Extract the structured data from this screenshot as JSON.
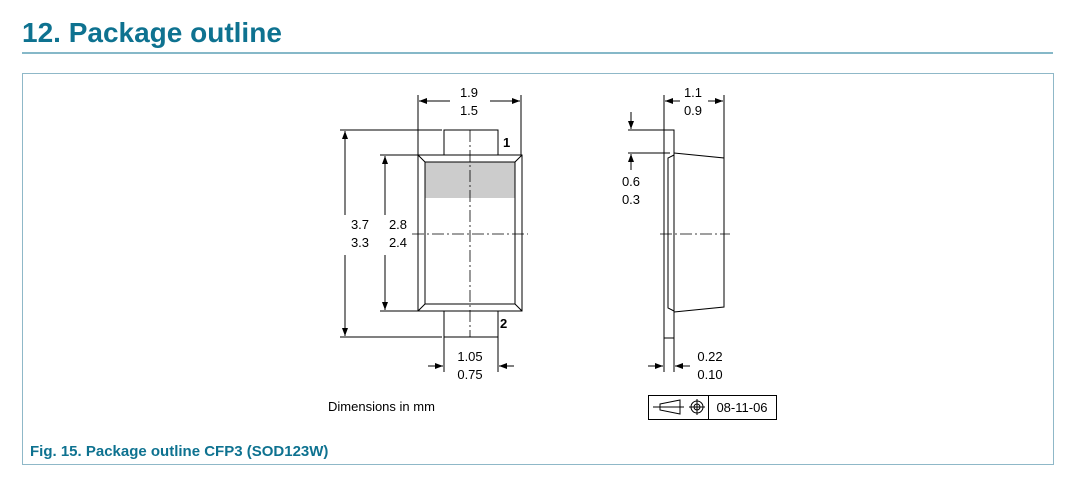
{
  "section": {
    "title": "12.  Package outline"
  },
  "figure": {
    "caption": "Fig. 15.  Package outline CFP3 (SOD123W)",
    "note": "Dimensions in mm",
    "date_code": "08-11-06",
    "front": {
      "width_max": "1.9",
      "width_min": "1.5",
      "length_max": "3.7",
      "length_min": "3.3",
      "body_max": "2.8",
      "body_min": "2.4",
      "lead_max": "1.05",
      "lead_min": "0.75",
      "pin1": "1",
      "pin2": "2"
    },
    "side": {
      "height_max": "1.1",
      "height_min": "0.9",
      "lead_len_max": "0.6",
      "lead_len_min": "0.3",
      "lead_t_max": "0.22",
      "lead_t_min": "0.10"
    }
  },
  "colors": {
    "accent": "#0e7290",
    "band": "#cccccc"
  }
}
